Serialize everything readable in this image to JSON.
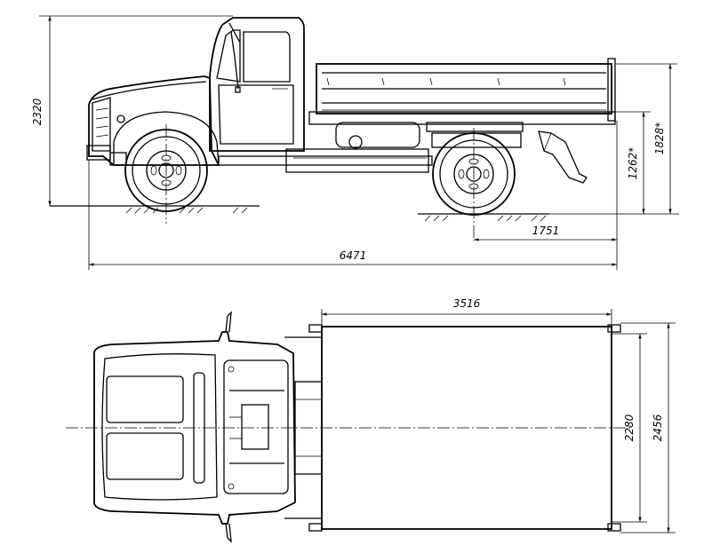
{
  "dimensions": {
    "height": "2320",
    "overall_length": "6471",
    "rear_overhang": "1751",
    "hitch_height": "1262*",
    "platform_height": "1828*",
    "platform_length": "3516",
    "platform_inner_width": "2280",
    "platform_outer_width": "2456"
  }
}
